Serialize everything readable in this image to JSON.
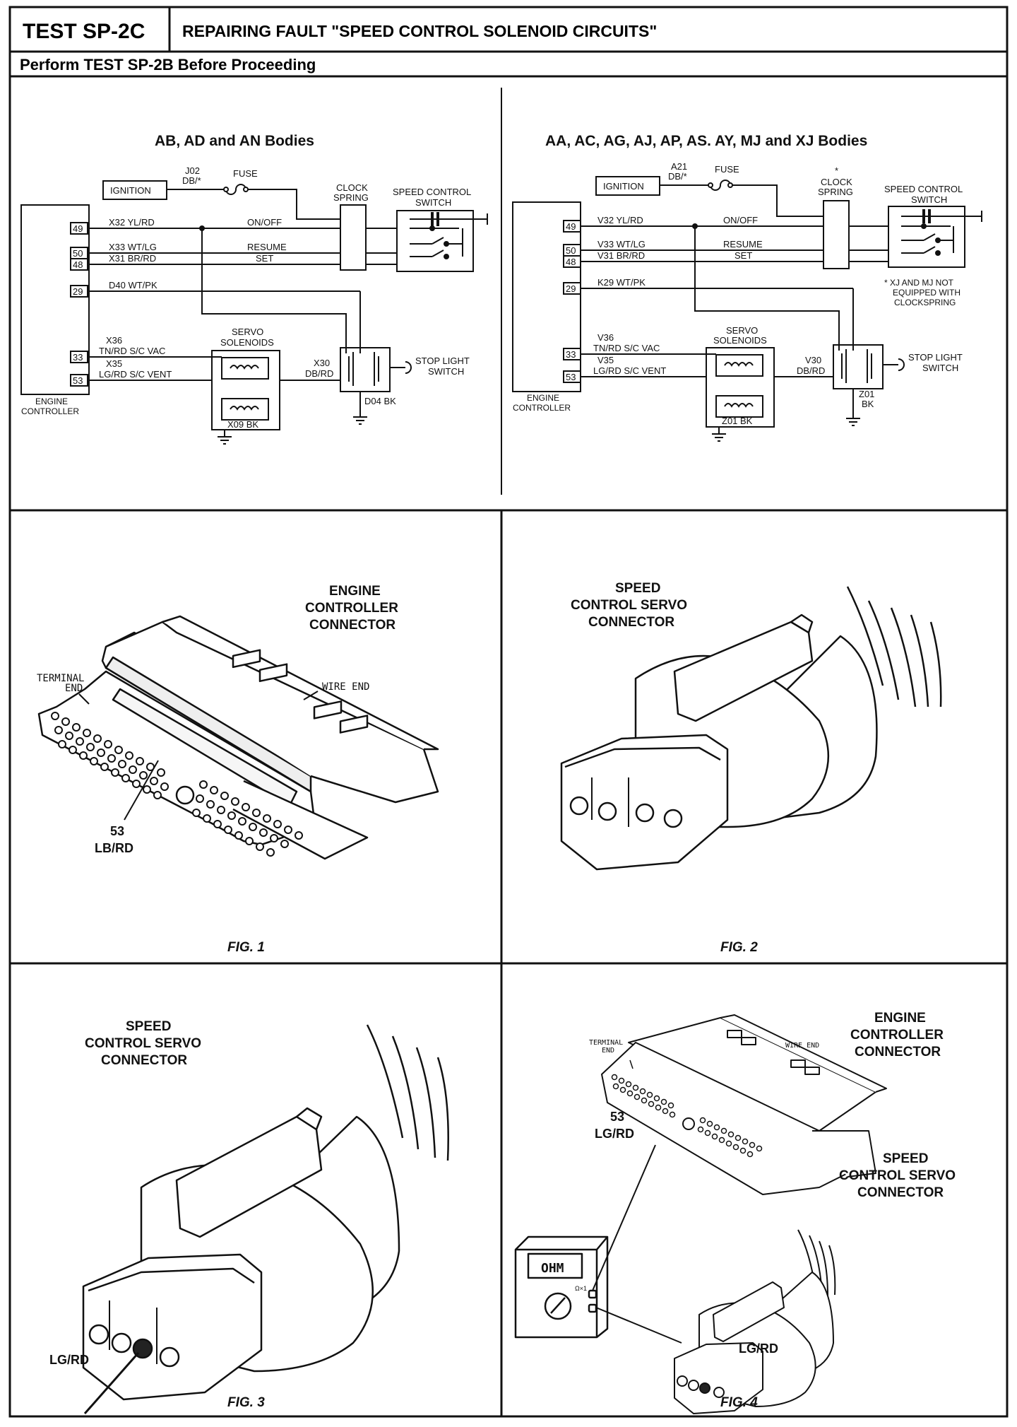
{
  "header": {
    "test_id": "TEST SP-2C",
    "title": "REPAIRING FAULT \"SPEED CONTROL SOLENOID CIRCUITS\"",
    "subtitle": "Perform TEST SP-2B Before Proceeding"
  },
  "schematic_left": {
    "title": "AB, AD and AN Bodies",
    "ignition": "IGNITION",
    "fuse_circuit": "J02",
    "fuse_color": "DB/*",
    "fuse": "FUSE",
    "clock_spring_1": "CLOCK",
    "clock_spring_2": "SPRING",
    "switch_1": "SPEED CONTROL",
    "switch_2": "SWITCH",
    "pin_49": "49",
    "pin_50": "50",
    "pin_48": "48",
    "pin_29": "29",
    "pin_33": "33",
    "pin_53": "53",
    "w49": "X32  YL/RD",
    "f49": "ON/OFF",
    "w50": "X33  WT/LG",
    "f50": "RESUME",
    "w48": "X31  BR/RD",
    "f48": "SET",
    "w29": "D40  WT/PK",
    "w33a": "X36",
    "w33b": "TN/RD  S/C  VAC",
    "w53a": "X35",
    "w53b": "LG/RD  S/C  VENT",
    "servo_1": "SERVO",
    "servo_2": "SOLENOIDS",
    "stop_wire_1": "X30",
    "stop_wire_2": "DB/RD",
    "stop_1": "STOP LIGHT",
    "stop_2": "SWITCH",
    "ground_stop": "D04  BK",
    "ground_servo": "X09  BK",
    "ec_1": "ENGINE",
    "ec_2": "CONTROLLER"
  },
  "schematic_right": {
    "title": "AA, AC, AG, AJ, AP, AS. AY, MJ  and XJ Bodies",
    "ignition": "IGNITION",
    "fuse_circuit": "A21",
    "fuse_color": "DB/*",
    "fuse": "FUSE",
    "clock_star": "*",
    "clock_spring_1": "CLOCK",
    "clock_spring_2": "SPRING",
    "switch_1": "SPEED CONTROL",
    "switch_2": "SWITCH",
    "pin_49": "49",
    "pin_50": "50",
    "pin_48": "48",
    "pin_29": "29",
    "pin_33": "33",
    "pin_53": "53",
    "w49": "V32  YL/RD",
    "f49": "ON/OFF",
    "w50": "V33  WT/LG",
    "f50": "RESUME",
    "w48": "V31  BR/RD",
    "f48": "SET",
    "w29": "K29  WT/PK",
    "w33a": "V36",
    "w33b": "TN/RD  S/C  VAC",
    "w53a": "V35",
    "w53b": "LG/RD  S/C  VENT",
    "servo_1": "SERVO",
    "servo_2": "SOLENOIDS",
    "stop_wire_1": "V30",
    "stop_wire_2": "DB/RD",
    "stop_1": "STOP LIGHT",
    "stop_2": "SWITCH",
    "ground_stop_1": "Z01",
    "ground_stop_2": "BK",
    "ground_servo": "Z01  BK",
    "ec_1": "ENGINE",
    "ec_2": "CONTROLLER",
    "note_1": "* XJ AND MJ NOT",
    "note_2": "EQUIPPED WITH",
    "note_3": "CLOCKSPRING"
  },
  "fig1": {
    "label_1": "ENGINE",
    "label_2": "CONTROLLER",
    "label_3": "CONNECTOR",
    "terminal_1": "TERMINAL",
    "terminal_2": "END",
    "wire_end": "WIRE END",
    "pin_num": "53",
    "pin_color": "LB/RD",
    "caption": "FIG. 1"
  },
  "fig2": {
    "label_1": "SPEED",
    "label_2": "CONTROL SERVO",
    "label_3": "CONNECTOR",
    "caption": "FIG. 2"
  },
  "fig3": {
    "label_1": "SPEED",
    "label_2": "CONTROL SERVO",
    "label_3": "CONNECTOR",
    "wire": "LG/RD",
    "caption": "FIG. 3"
  },
  "fig4": {
    "ec_1": "ENGINE",
    "ec_2": "CONTROLLER",
    "ec_3": "CONNECTOR",
    "terminal_1": "TERMINAL",
    "terminal_2": "END",
    "wire_end": "WIRE END",
    "pin_num": "53",
    "pin_color": "LG/RD",
    "meter": "OHM",
    "range": "Ω×1",
    "sc_1": "SPEED",
    "sc_2": "CONTROL SERVO",
    "sc_3": "CONNECTOR",
    "wire": "LG/RD",
    "caption": "FIG. 4"
  }
}
